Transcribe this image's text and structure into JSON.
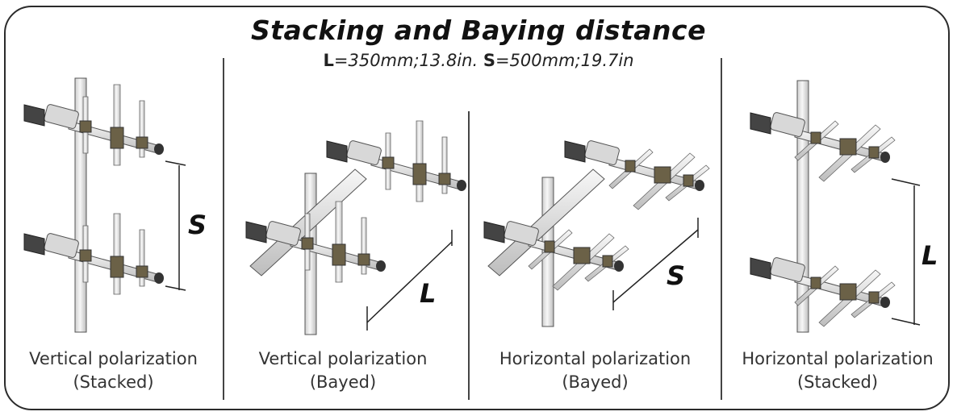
{
  "header": {
    "title": "Stacking and Baying distance",
    "L_key": "L",
    "L_value": "=350mm;13.8in.",
    "S_key": "S",
    "S_value": "=500mm;19.7in"
  },
  "panels": [
    {
      "line1": "Vertical polarization",
      "line2": "(Stacked)",
      "dim": "S"
    },
    {
      "line1": "Vertical polarization",
      "line2": "(Bayed)",
      "dim": "L"
    },
    {
      "line1": "Horizontal polarization",
      "line2": "(Bayed)",
      "dim": "S"
    },
    {
      "line1": "Horizontal polarization",
      "line2": "(Stacked)",
      "dim": "L"
    }
  ],
  "colors": {
    "border": "#2b2b2b",
    "tube": "#e6e6e6",
    "tube_edge": "#555555",
    "clamp": "#6b6147",
    "dim_line": "#222222"
  }
}
